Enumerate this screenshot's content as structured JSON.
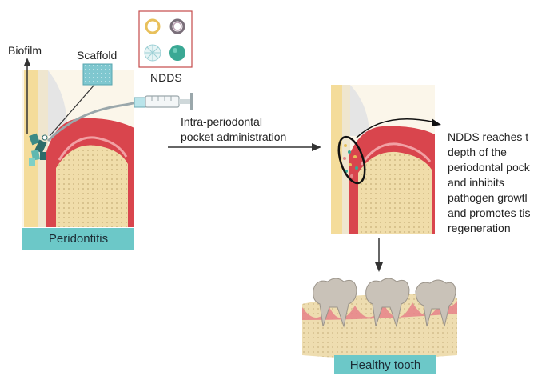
{
  "labels": {
    "biofilm": "Biofilm",
    "scaffold": "Scaffold",
    "ndds": "NDDS",
    "arrow_line1": "Intra-periodontal",
    "arrow_line2": "pocket administration",
    "result_lines": [
      "NDDS reaches t",
      "depth of the",
      "periodontal pock",
      "and inhibits",
      "pathogen growtl",
      "and promotes tis",
      "regeneration"
    ],
    "periodontitis": "Peridontitis",
    "healthy": "Healthy tooth"
  },
  "colors": {
    "accent_badge": "#6cc8c8",
    "gum_red": "#d9454d",
    "bone": "#f1e2b4",
    "enamel": "#e6e6e6",
    "nanoparticle_teal": "#3aa894"
  },
  "icons": [
    "ndds-ring-yellow-icon",
    "ndds-ring-grey-icon",
    "ndds-micelle-icon",
    "ndds-sphere-teal-icon",
    "syringe-icon",
    "scaffold-icon"
  ]
}
